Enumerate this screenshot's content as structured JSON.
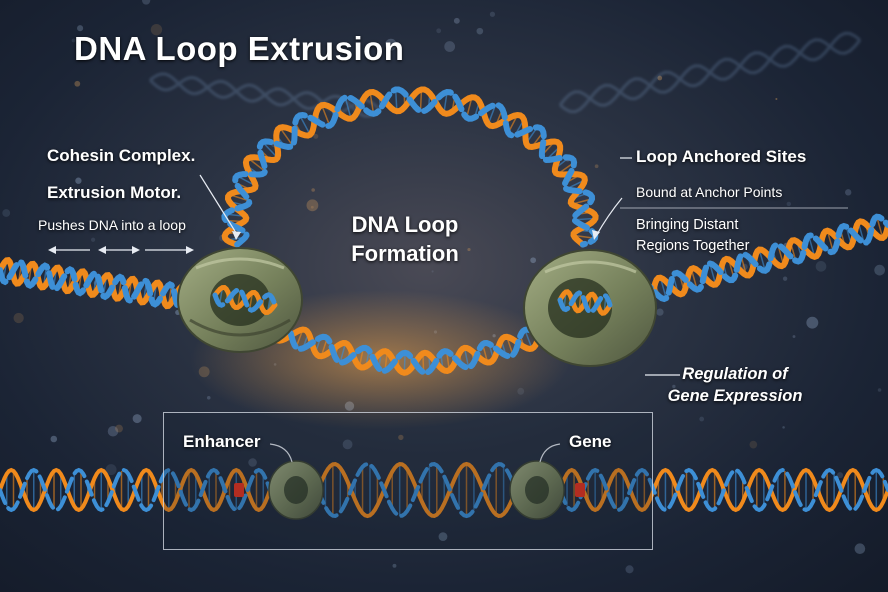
{
  "title": "DNA Loop Extrusion",
  "center_label": {
    "line1": "DNA Loop",
    "line2": "Formation"
  },
  "left_labels": {
    "cohesin": "Cohesin Complex.",
    "motor": "Extrusion Motor.",
    "pushes": "Pushes DNA into a loop"
  },
  "right_labels": {
    "anchored": "Loop Anchored Sites",
    "bound": "Bound at Anchor Points",
    "bringing_line1": "Bringing Distant",
    "bringing_line2": "Regions Together"
  },
  "regulation": {
    "line1": "Regulation of",
    "line2": "Gene Expression"
  },
  "inset": {
    "enhancer": "Enhancer",
    "gene": "Gene"
  },
  "colors": {
    "strand_blue": "#3d8fd6",
    "strand_orange": "#f08a1c",
    "cohesin_ring": "#7f8a64",
    "marker_red": "#e8321c"
  }
}
